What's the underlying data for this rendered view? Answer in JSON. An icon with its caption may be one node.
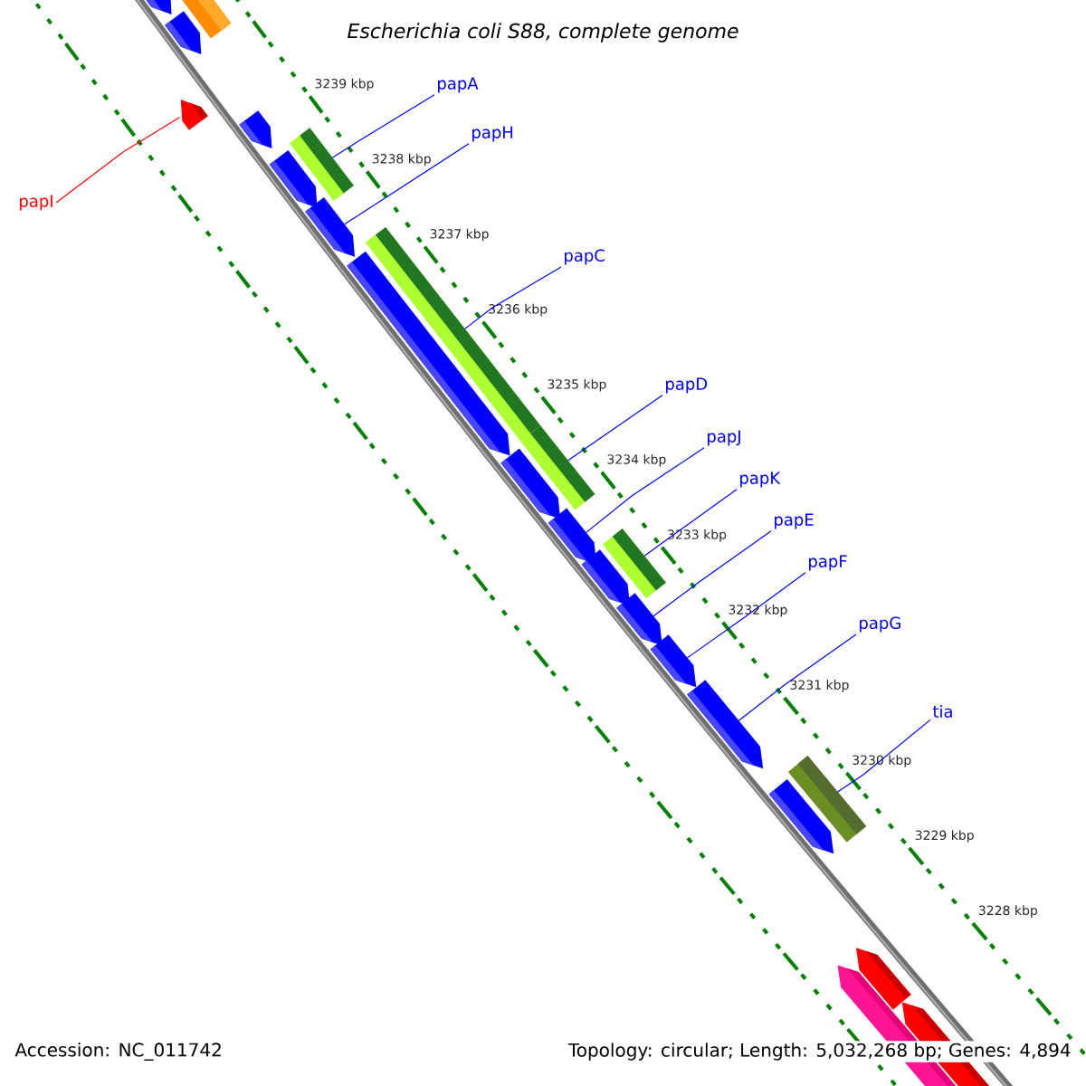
{
  "diagram": {
    "title": "Escherichia coli S88, complete genome",
    "nodes": [
      {
        "text": [
          "papA"
        ]
      },
      {
        "text": [
          "papH"
        ]
      },
      {
        "text": [
          "papI"
        ]
      },
      {
        "text": [
          "papC"
        ]
      },
      {
        "text": [
          "papD"
        ]
      },
      {
        "text": [
          "papJ"
        ]
      },
      {
        "text": [
          "papK"
        ]
      },
      {
        "text": [
          "papE"
        ]
      },
      {
        "text": [
          "papF"
        ]
      },
      {
        "text": [
          "papG"
        ]
      },
      {
        "text": [
          "tia"
        ]
      },
      {
        "text": [],
        "shape": "bar"
      },
      {
        "text": [],
        "shape": "arrow"
      },
      {
        "text": [],
        "shape": "arrow"
      },
      {
        "text": [],
        "shape": "bar"
      },
      {
        "text": [],
        "shape": "bar"
      },
      {
        "text": [],
        "shape": "arrow"
      },
      {
        "text": [],
        "shape": "bar"
      },
      {
        "text": [],
        "shape": "arrow"
      },
      {
        "text": [],
        "shape": "arrow"
      },
      {
        "text": [],
        "shape": "arrow"
      },
      {
        "text": [],
        "shape": "bar"
      }
    ],
    "edges": [
      {
        "from": 0,
        "to": 11,
        "arrow": "none"
      },
      {
        "from": 1,
        "to": 12,
        "arrow": "none"
      },
      {
        "from": 2,
        "to": 13,
        "arrow": "none",
        "color": "#ff0000"
      },
      {
        "from": 3,
        "to": 14,
        "arrow": "none"
      },
      {
        "from": 4,
        "to": 15,
        "arrow": "none"
      },
      {
        "from": 5,
        "to": 16,
        "arrow": "none"
      },
      {
        "from": 6,
        "to": 17,
        "arrow": "none"
      },
      {
        "from": 7,
        "to": 18,
        "arrow": "none"
      },
      {
        "from": 8,
        "to": 19,
        "arrow": "none"
      },
      {
        "from": 9,
        "to": 20,
        "arrow": "none"
      },
      {
        "from": 10,
        "to": 21,
        "arrow": "none"
      }
    ],
    "labels": [
      "3239 kbp",
      "3238 kbp",
      "3237 kbp",
      "3236 kbp",
      "3235 kbp",
      "3234 kbp",
      "3233 kbp",
      "3232 kbp",
      "3231 kbp",
      "3230 kbp",
      "3229 kbp",
      "3228 kbp",
      "Accession: NC_011742",
      "Topology: circular; Length: 5,032,268 bp; Genes: 4,894"
    ]
  }
}
